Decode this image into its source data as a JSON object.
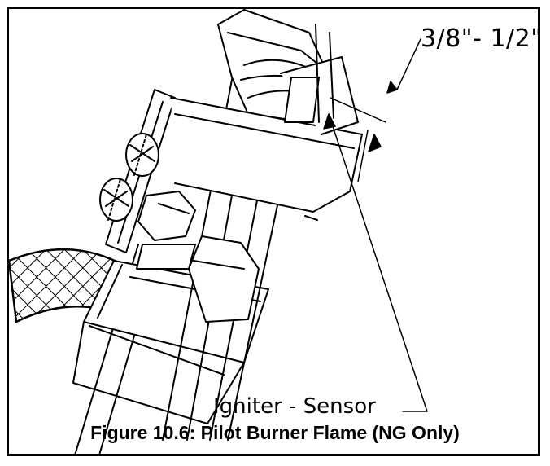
{
  "figure": {
    "caption": "Figure 10.6:  Pilot Burner Flame (NG Only)",
    "dimension_label": "3/8\"- 1/2\"",
    "callout_label": "Igniter - Sensor"
  },
  "icons": {
    "dimension_arrow": "arrow-icon",
    "leader_arrow": "arrow-icon"
  },
  "colors": {
    "line": "#000000",
    "background": "#ffffff"
  }
}
